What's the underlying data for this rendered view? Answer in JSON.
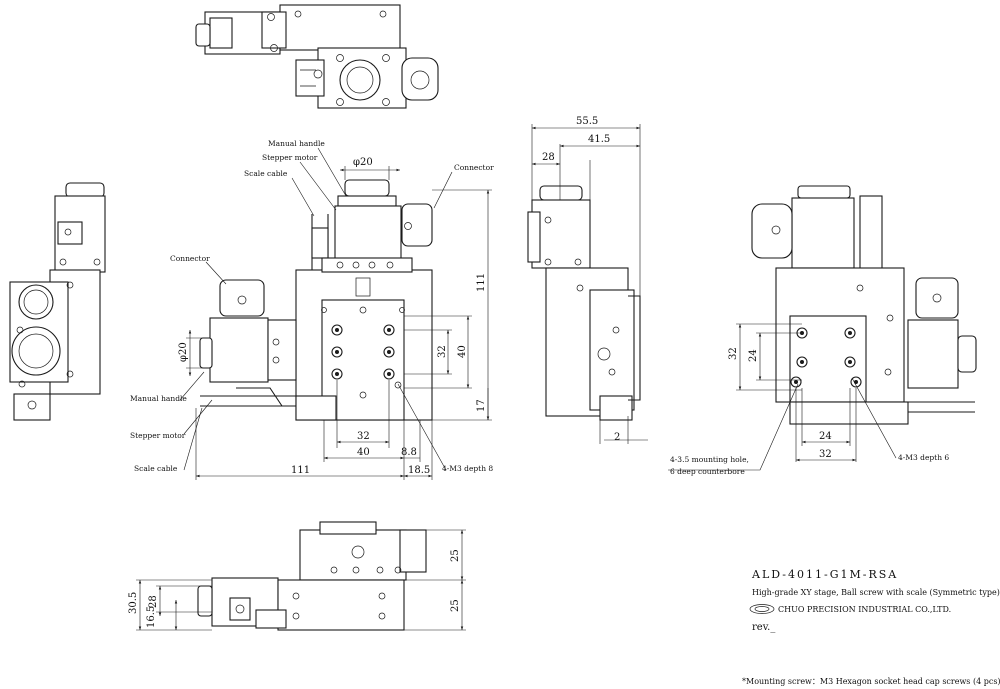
{
  "dimensions": {
    "phi20_top": "φ20",
    "phi20_left": "φ20",
    "d111_v": "111",
    "d32_v": "32",
    "d40_v": "40",
    "d17_v": "17",
    "d32_h": "32",
    "d40_h": "40",
    "d8_8": "8.8",
    "d111_h": "111",
    "d18_5": "18.5",
    "d55_5": "55.5",
    "d41_5": "41.5",
    "d28_side": "28",
    "d2": "2",
    "d32_rv": "32",
    "d24_rv": "24",
    "d24_rh": "24",
    "d32_rh": "32",
    "d30_5": "30.5",
    "d28_bot": "28",
    "d16_5": "16.5",
    "d25_a": "25",
    "d25_b": "25"
  },
  "labels": {
    "manual_handle_top": "Manual handle",
    "stepper_motor_top": "Stepper motor",
    "scale_cable_top": "Scale cable",
    "connector_top": "Connector",
    "connector_left": "Connector",
    "manual_handle_left": "Manual handle",
    "stepper_motor_left": "Stepper motor",
    "scale_cable_left": "Scale cable",
    "m3_depth8": "4-M3 depth 8",
    "mounting_hole_1": "4-3.5 mounting hole,",
    "mounting_hole_2": "6 deep counterbore",
    "m3_depth6": "4-M3 depth 6"
  },
  "title_block": {
    "model": "ALD-4011-G1M-RSA",
    "description": "High-grade XY stage, Ball screw with scale (Symmetric type)",
    "company": "CHUO PRECISION INDUSTRIAL CO.,LTD.",
    "rev": "rev._"
  },
  "note": "*Mounting screw：M3 Hexagon socket head cap screws (4 pcs)"
}
